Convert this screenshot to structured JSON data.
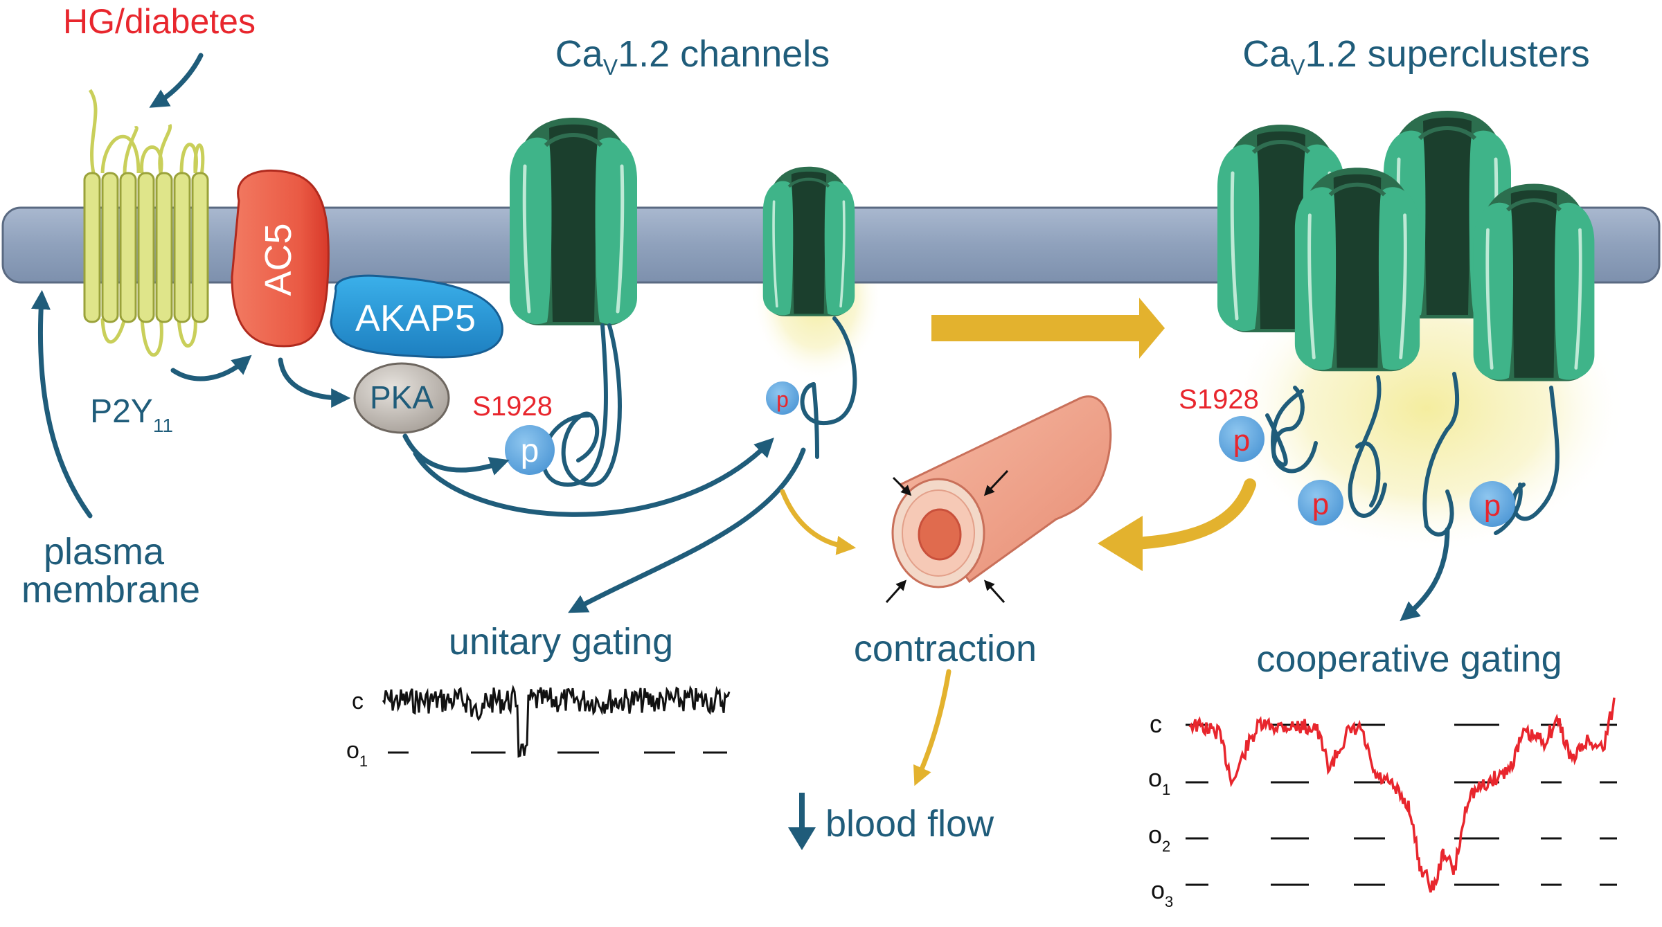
{
  "labels": {
    "hg": "HG/diabetes",
    "cav_channels_prefix": "Ca",
    "cav_channels_sub": "V",
    "cav_channels_suffix": "1.2 channels",
    "cav_super_prefix": "Ca",
    "cav_super_sub": "V",
    "cav_super_suffix": "1.2 superclusters",
    "ac5": "AC5",
    "akap5": "AKAP5",
    "pka": "PKA",
    "p2y": "P2Y",
    "p2y_sub": "11",
    "s1928_left": "S1928",
    "s1928_right": "S1928",
    "phospho": "p",
    "plasma_line1": "plasma",
    "plasma_line2": "membrane",
    "unitary": "unitary gating",
    "contraction": "contraction",
    "blood_flow": "blood flow",
    "cooperative": "cooperative gating"
  },
  "unitary_trace": {
    "levels": [
      "c",
      "o",
      "1"
    ]
  },
  "cooperative_trace": {
    "levels": [
      {
        "main": "c",
        "sub": ""
      },
      {
        "main": "o",
        "sub": "1"
      },
      {
        "main": "o",
        "sub": "2"
      },
      {
        "main": "o",
        "sub": "3"
      }
    ]
  },
  "colors": {
    "membrane": "#8d9fbb",
    "channel": "#3aaa82",
    "channel_dark": "#1f4a33",
    "ac5": "#ec5a45",
    "akap5": "#2a9ad8",
    "pka": "#c8c2bc",
    "phospho": "#6aaee2",
    "receptor": "#dfe58a",
    "blue_text": "#1f5c7a",
    "red_text": "#e8262d",
    "gold_arrow": "#e3b22e",
    "vessel": "#eea48c",
    "trace_unitary": "#111111",
    "trace_cooperative": "#e8262d"
  },
  "icons": [
    "blood-vessel-icon",
    "arrow-down-icon",
    "membrane-icon",
    "channel-icon"
  ]
}
